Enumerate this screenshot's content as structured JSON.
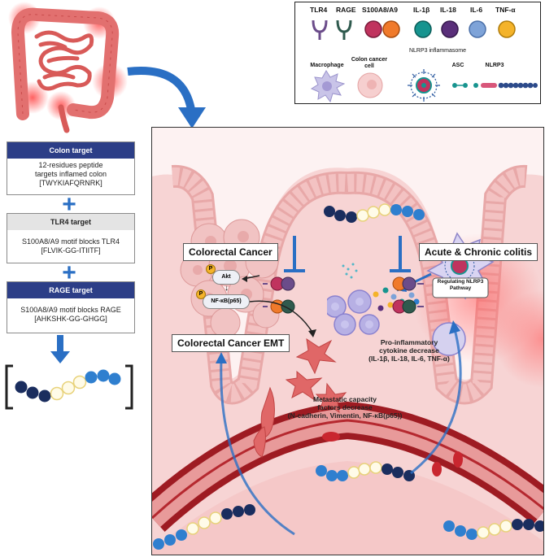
{
  "left_panel": {
    "colon_target": {
      "title": "Colon target",
      "lines": [
        "12-residues peptide",
        "targets inflamed colon",
        "[TWYKIAFQRNRK]"
      ],
      "header_color": "#2c3e87"
    },
    "tlr4_target": {
      "title": "TLR4 target",
      "lines": [
        "S100A8/A9 motif  blocks TLR4",
        "[FLVIK-GG-ITIITF]"
      ],
      "header_color": "#e6e6e6"
    },
    "rage_target": {
      "title": "RAGE target",
      "lines": [
        "S100A8/A9 motif blocks RAGE",
        "[AHKSHK-GG-GHGG]"
      ],
      "header_color": "#2c3e87"
    },
    "plus_sign": "+"
  },
  "legend": {
    "labels": {
      "tlr4": "TLR4",
      "rage": "RAGE",
      "s100": "S100A8/A9",
      "il1b": "IL-1β",
      "il18": "IL-18",
      "il6": "IL-6",
      "tnfa": "TNF-α",
      "macrophage": "Macrophage",
      "colon_cancer_cell": "Colon cancer cell",
      "nlrp3_inflammasome": "NLRP3 inflammasome",
      "asc": "ASC",
      "nlrp3": "NLRP3"
    },
    "colors": {
      "tlr4": "#6b4c8a",
      "rage": "#2f5a4e",
      "s100a": "#c0335e",
      "s100b": "#f07a2b",
      "il1b": "#17948f",
      "il18": "#5a2f7a",
      "il6": "#7ea3d8",
      "tnfa": "#f4b32a"
    }
  },
  "main_panel": {
    "colorectal_cancer": "Colorectal Cancer",
    "colitis": "Acute & Chronic colitis",
    "emt": "Colorectal Cancer EMT",
    "akt": "Akt",
    "nfkb": "NF-κB(p65)",
    "p_label": "P",
    "regulating": "Regulating NLRP3 Pathway",
    "pro_inflammatory": [
      "Pro-inflammatory",
      "cytokine decrease",
      "(IL-1β, IL-18, IL-6, TNF-α)"
    ],
    "metastatic": [
      "Metastatic capacity",
      "factors decrease",
      "(N-cadherin, Vimentin, NF-κB(p65))"
    ]
  }
}
